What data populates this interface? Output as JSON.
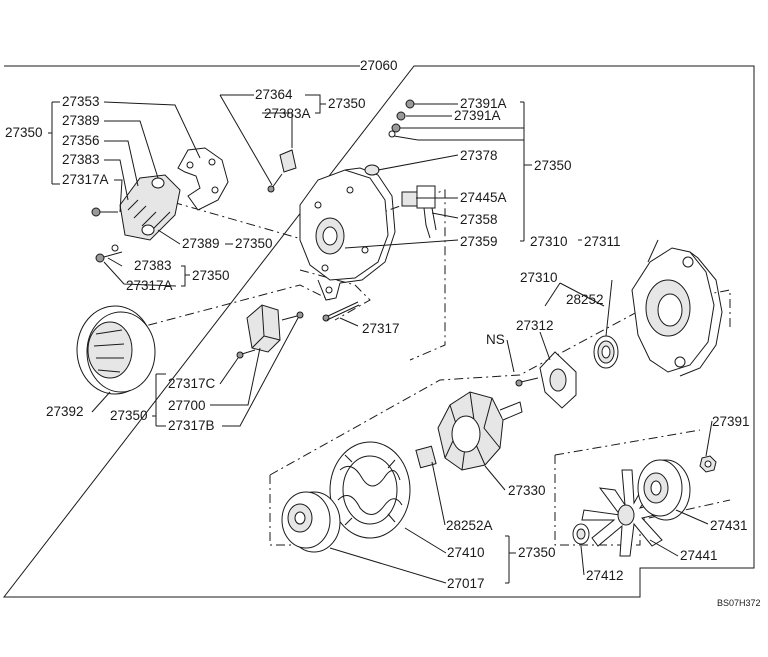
{
  "labels": {
    "assembly": "27060",
    "l27353": "27353",
    "l27389a": "27389",
    "l27356": "27356",
    "l27383a": "27383",
    "l27317A_a": "27317A",
    "l27350_left": "27350",
    "l27364": "27364",
    "l27383A": "27383A",
    "l27350_top": "27350",
    "l27391A_1": "27391A",
    "l27391A_2": "27391A",
    "l27378": "27378",
    "l27350_right": "27350",
    "l27445A": "27445A",
    "l27358": "27358",
    "l27359": "27359",
    "l27310_a": "27310",
    "l27311": "27311",
    "l27389b": "27389",
    "l27350_b": "27350",
    "l27383b": "27383",
    "l27317A_b": "27317A",
    "l27350_c": "27350",
    "l27310_b": "27310",
    "l28252": "28252",
    "l27317": "27317",
    "l27312": "27312",
    "lNS": "NS",
    "l27317C": "27317C",
    "l27392": "27392",
    "l27350_d": "27350",
    "l27700": "27700",
    "l27317B": "27317B",
    "l27391": "27391",
    "l27330": "27330",
    "l28252A": "28252A",
    "l27431": "27431",
    "l27410": "27410",
    "l27350_e": "27350",
    "l27441": "27441",
    "l27017": "27017",
    "l27412": "27412",
    "figure_code": "BS07H372"
  }
}
